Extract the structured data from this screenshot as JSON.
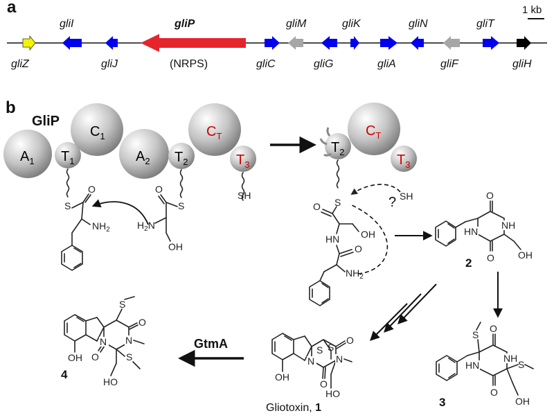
{
  "panel_labels": {
    "a": "a",
    "b": "b"
  },
  "gene_map": {
    "scale_label": "1 kb",
    "genes": [
      {
        "name": "gliZ",
        "color": "#f4f400"
      },
      {
        "name": "gliI",
        "color": "#0000ee"
      },
      {
        "name": "gliJ",
        "color": "#0000ee"
      },
      {
        "name": "gliP",
        "color": "#e5242b"
      },
      {
        "name": "gliC",
        "color": "#0000ee"
      },
      {
        "name": "gliM",
        "color": "#a6a6a6"
      },
      {
        "name": "gliG",
        "color": "#0000ee"
      },
      {
        "name": "gliK",
        "color": "#0000ee"
      },
      {
        "name": "gliA",
        "color": "#0000ee"
      },
      {
        "name": "gliN",
        "color": "#0000ee"
      },
      {
        "name": "gliF",
        "color": "#a6a6a6"
      },
      {
        "name": "gliT",
        "color": "#0000ee"
      },
      {
        "name": "gliH",
        "color": "#000000"
      }
    ],
    "nrps_label": "(NRPS)"
  },
  "enzyme": {
    "name": "GliP",
    "domains": [
      {
        "label": "A",
        "sub": "1",
        "accent": false
      },
      {
        "label": "T",
        "sub": "1",
        "accent": false
      },
      {
        "label": "C",
        "sub": "1",
        "accent": false
      },
      {
        "label": "A",
        "sub": "2",
        "accent": false
      },
      {
        "label": "T",
        "sub": "2",
        "accent": false
      },
      {
        "label": "C",
        "sub": "T",
        "accent": true
      },
      {
        "label": "T",
        "sub": "3",
        "accent": true
      }
    ],
    "released_domains": [
      {
        "label": "T",
        "sub": "2",
        "accent": false
      },
      {
        "label": "C",
        "sub": "T",
        "accent": true
      },
      {
        "label": "T",
        "sub": "3",
        "accent": true
      }
    ],
    "accent_color": "#cc0000"
  },
  "chem_labels": {
    "S": "S",
    "O": "O",
    "SH": "SH",
    "NH2": "NH",
    "NH2_sub": "2",
    "H2N": "H",
    "H2N_sub": "2",
    "H2N_tail": "N",
    "OH": "OH",
    "HN": "HN",
    "NH": "NH",
    "HO": "HO",
    "N": "N",
    "question": "?"
  },
  "compounds": {
    "c2": "2",
    "c3": "3",
    "c4": "4",
    "gliotoxin_name": "Gliotoxin, ",
    "gliotoxin_num": "1"
  },
  "enzyme_step": "GtmA"
}
